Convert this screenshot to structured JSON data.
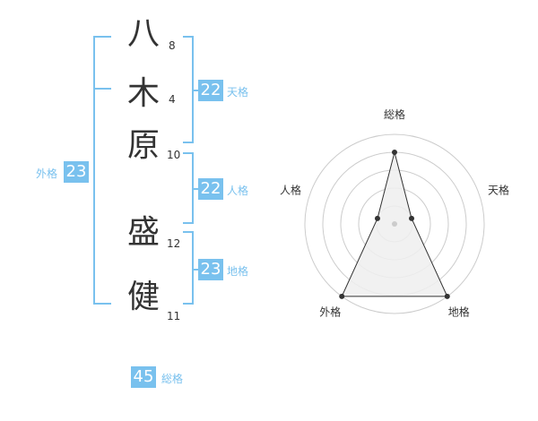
{
  "name": {
    "chars": [
      {
        "char": "八",
        "strokes": "8"
      },
      {
        "char": "木",
        "strokes": "4"
      },
      {
        "char": "原",
        "strokes": "10"
      },
      {
        "char": "盛",
        "strokes": "12"
      },
      {
        "char": "健",
        "strokes": "11"
      }
    ]
  },
  "kakusu": {
    "tenkaku": {
      "value": "22",
      "label": "天格"
    },
    "jinkaku": {
      "value": "22",
      "label": "人格"
    },
    "chikaku": {
      "value": "23",
      "label": "地格"
    },
    "gaikaku": {
      "value": "23",
      "label": "外格"
    },
    "soukaku": {
      "value": "45",
      "label": "総格"
    }
  },
  "colors": {
    "accent": "#79c1ee",
    "text": "#333333",
    "ring": "#cccccc",
    "fill": "#eeeeee"
  },
  "chart_data": {
    "type": "radar",
    "axes": [
      "総格",
      "天格",
      "地格",
      "外格",
      "人格"
    ],
    "values": [
      4,
      1,
      5,
      5,
      1
    ],
    "max": 5,
    "rings": 5
  }
}
